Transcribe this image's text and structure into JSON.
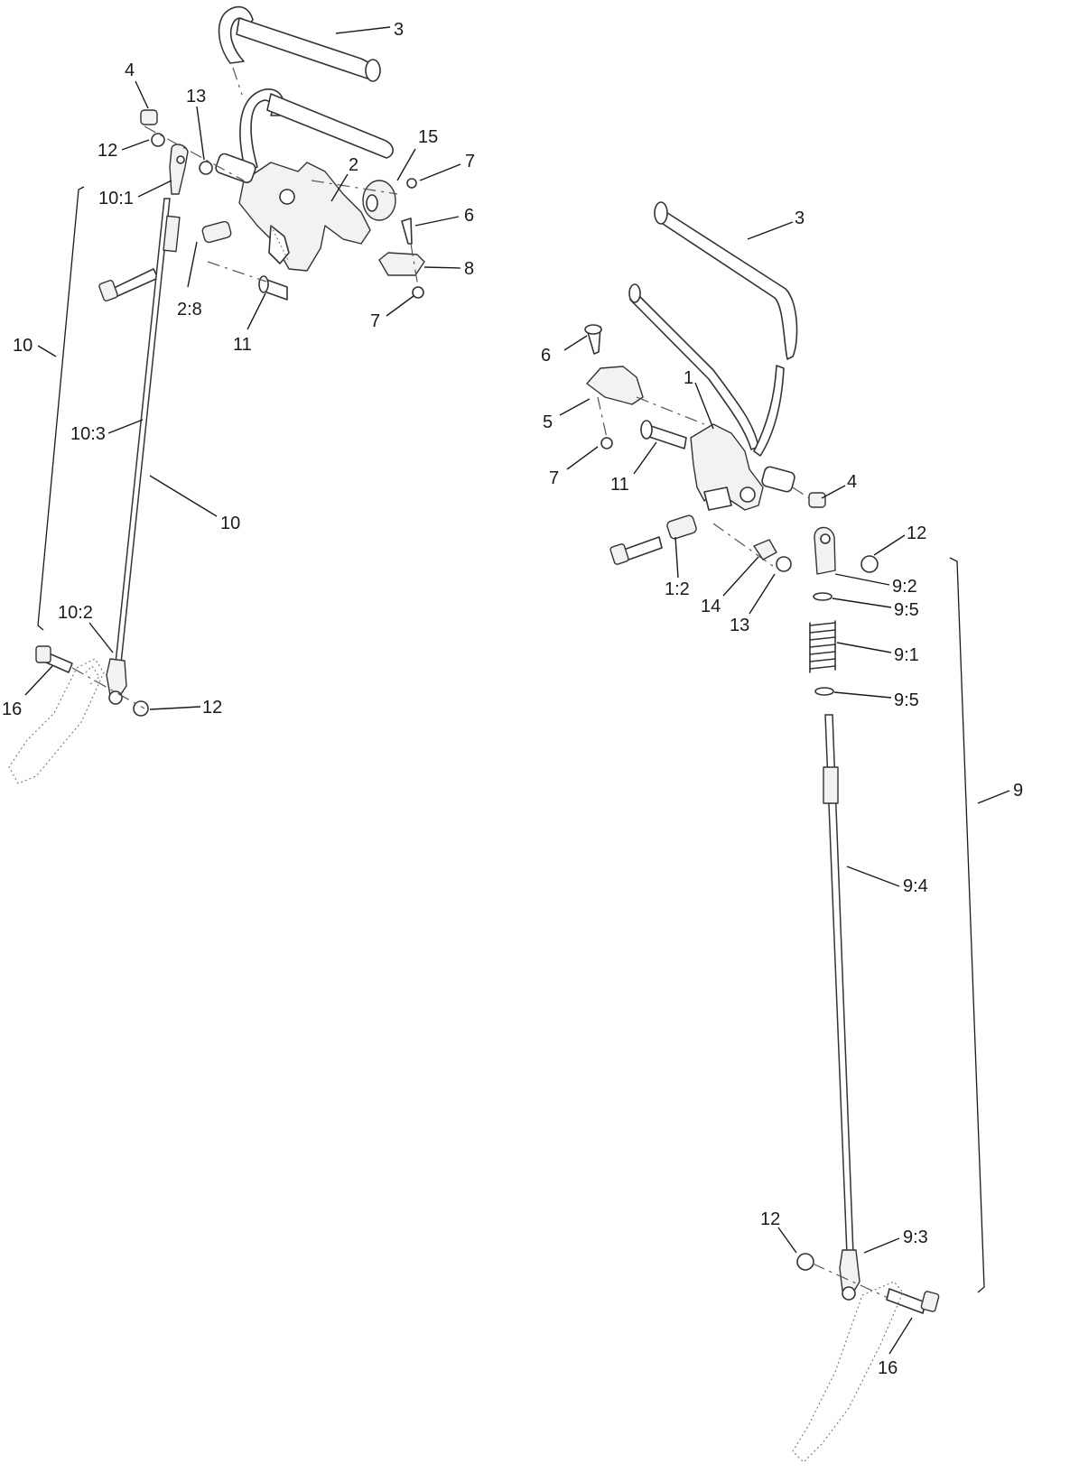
{
  "callouts": {
    "c3a": "3",
    "c4a": "4",
    "c13a": "13",
    "c12a": "12",
    "c15": "15",
    "c7a": "7",
    "c2": "2",
    "c10_1": "10:1",
    "c6a": "6",
    "c8": "8",
    "c2_8": "2:8",
    "c7b": "7",
    "c11a": "11",
    "c10a": "10",
    "c10_3": "10:3",
    "c10b": "10",
    "c10_2": "10:2",
    "c16a": "16",
    "c12b": "12",
    "c3b": "3",
    "c6b": "6",
    "c1": "1",
    "c5": "5",
    "c11b": "11",
    "c7c": "7",
    "c4b": "4",
    "c12c": "12",
    "c9_2": "9:2",
    "c1_2": "1:2",
    "c14": "14",
    "c13b": "13",
    "c9_5a": "9:5",
    "c9_1": "9:1",
    "c9_5b": "9:5",
    "c9": "9",
    "c9_4": "9:4",
    "c12d": "12",
    "c9_3": "9:3",
    "c16b": "16"
  }
}
